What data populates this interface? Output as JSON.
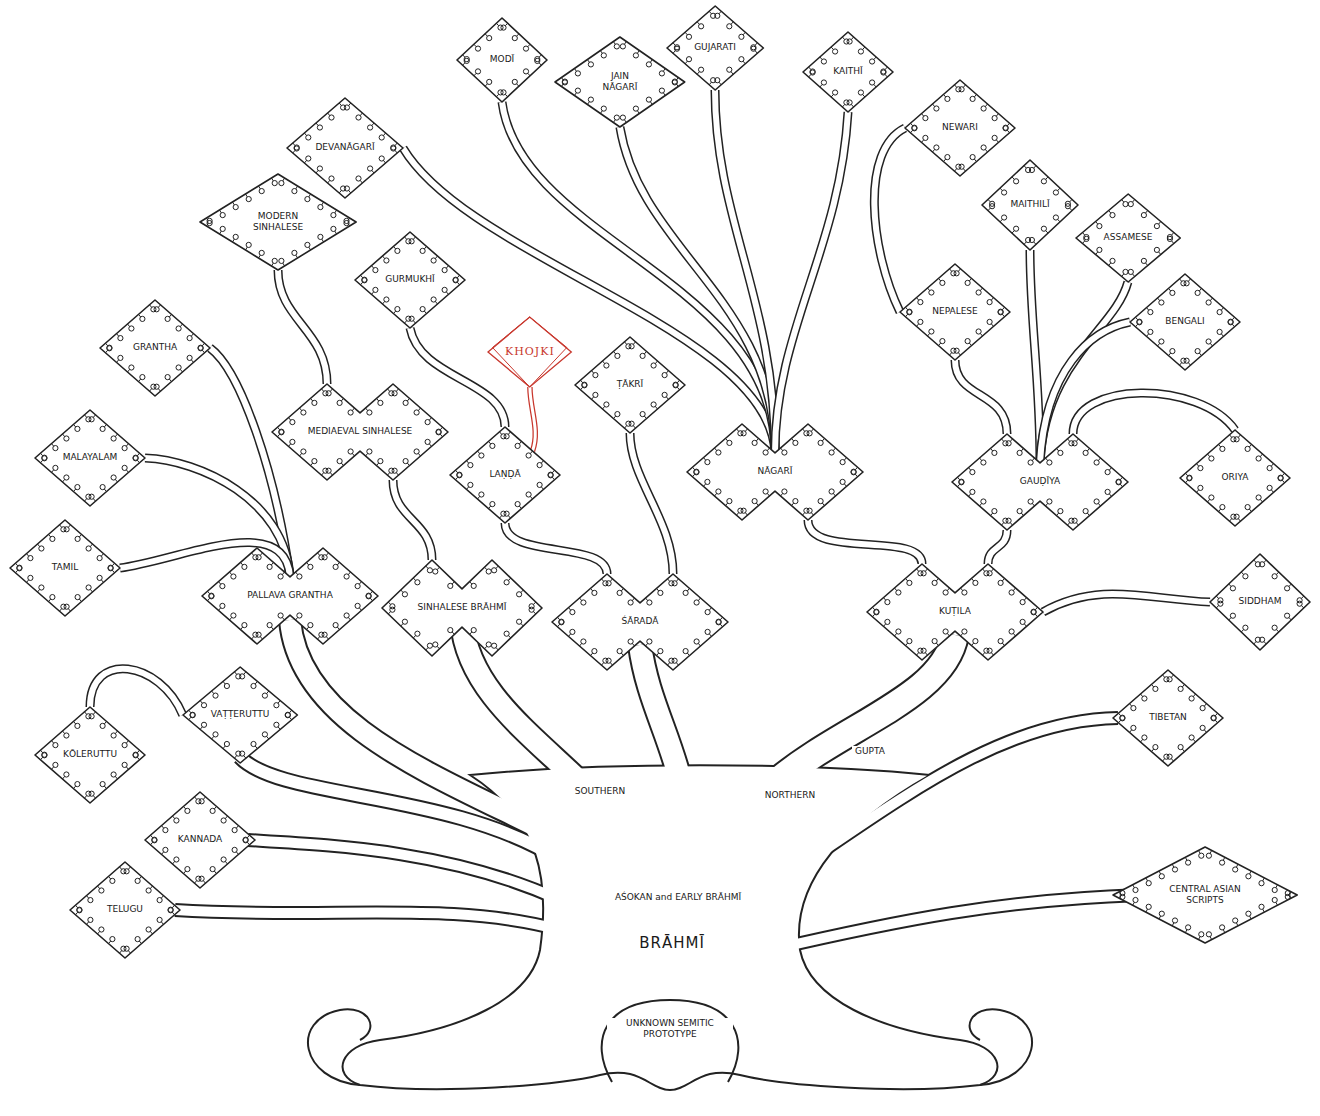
{
  "diagram": {
    "nodes": [
      {
        "text": [
          "MODĪ"
        ]
      },
      {
        "text": [
          "JAIN NĀGARĪ"
        ]
      },
      {
        "text": [
          "GUJARATI"
        ]
      },
      {
        "text": [
          "KAITHĪ"
        ]
      },
      {
        "text": [
          "DEVANĀGARĪ"
        ]
      },
      {
        "text": [
          "NEWARI"
        ]
      },
      {
        "text": [
          "MODERN SINHALESE"
        ]
      },
      {
        "text": [
          "MAITHILĪ"
        ]
      },
      {
        "text": [
          "ASSAMESE"
        ]
      },
      {
        "text": [
          "GURMUKHĪ"
        ]
      },
      {
        "text": [
          "NEPALESE"
        ]
      },
      {
        "text": [
          "BENGALI"
        ]
      },
      {
        "text": [
          "GRANTHA"
        ]
      },
      {
        "text": [
          "KHOJKI"
        ]
      },
      {
        "text": [
          "ṬĀKRĪ"
        ]
      },
      {
        "text": [
          "MEDIAEVAL SINHALESE"
        ]
      },
      {
        "text": [
          "MALAYALAM"
        ]
      },
      {
        "text": [
          "LAṆḌĀ"
        ]
      },
      {
        "text": [
          "NĀGARĪ"
        ]
      },
      {
        "text": [
          "GAUḌĪYA"
        ]
      },
      {
        "text": [
          "ORIYA"
        ]
      },
      {
        "text": [
          "TAMIL"
        ]
      },
      {
        "text": [
          "PALLAVA GRANTHA"
        ]
      },
      {
        "text": [
          "SINHALESE BRĀHMĪ"
        ]
      },
      {
        "text": [
          "ŚĀRADĀ"
        ]
      },
      {
        "text": [
          "KUṬILA"
        ]
      },
      {
        "text": [
          "SIDDHAM"
        ]
      },
      {
        "text": [
          "TIBETAN"
        ]
      },
      {
        "text": [
          "VAṬṬERUTTU"
        ]
      },
      {
        "text": [
          "KŌLERUTTU"
        ]
      },
      {
        "text": [
          "KANNADA"
        ]
      },
      {
        "text": [
          "CENTRAL ASIAN SCRIPTS"
        ]
      },
      {
        "text": [
          "TELUGU"
        ]
      }
    ],
    "edges": [
      {
        "from": 18,
        "to": 4,
        "arrow": "none"
      },
      {
        "from": 18,
        "to": 0,
        "arrow": "none"
      },
      {
        "from": 18,
        "to": 1,
        "arrow": "none"
      },
      {
        "from": 18,
        "to": 2,
        "arrow": "none"
      },
      {
        "from": 18,
        "to": 3,
        "arrow": "none"
      },
      {
        "from": 25,
        "to": 18,
        "arrow": "none"
      },
      {
        "from": 25,
        "to": 19,
        "arrow": "none"
      },
      {
        "from": 25,
        "to": 26,
        "arrow": "none"
      },
      {
        "from": 19,
        "to": 10,
        "arrow": "none"
      },
      {
        "from": 19,
        "to": 7,
        "arrow": "none"
      },
      {
        "from": 19,
        "to": 8,
        "arrow": "none"
      },
      {
        "from": 19,
        "to": 11,
        "arrow": "none"
      },
      {
        "from": 19,
        "to": 20,
        "arrow": "none"
      },
      {
        "from": 10,
        "to": 5,
        "arrow": "none"
      },
      {
        "from": 24,
        "to": 17,
        "arrow": "none"
      },
      {
        "from": 24,
        "to": 14,
        "arrow": "none"
      },
      {
        "from": 17,
        "to": 9,
        "arrow": "none"
      },
      {
        "from": 17,
        "to": 13,
        "arrow": "none"
      },
      {
        "from": 22,
        "to": 12,
        "arrow": "none"
      },
      {
        "from": 22,
        "to": 16,
        "arrow": "none"
      },
      {
        "from": 22,
        "to": 21,
        "arrow": "none"
      },
      {
        "from": 23,
        "to": 15,
        "arrow": "none"
      },
      {
        "from": 15,
        "to": 6,
        "arrow": "none"
      },
      {
        "from": 28,
        "to": 29,
        "arrow": "none"
      }
    ],
    "labels": [
      "GUPTA",
      "SOUTHERN",
      "NORTHERN",
      "AŚOKAN and EARLY BRĀHMĪ",
      "BRĀHMĪ",
      "UNKNOWN SEMITIC PROTOTYPE"
    ]
  }
}
